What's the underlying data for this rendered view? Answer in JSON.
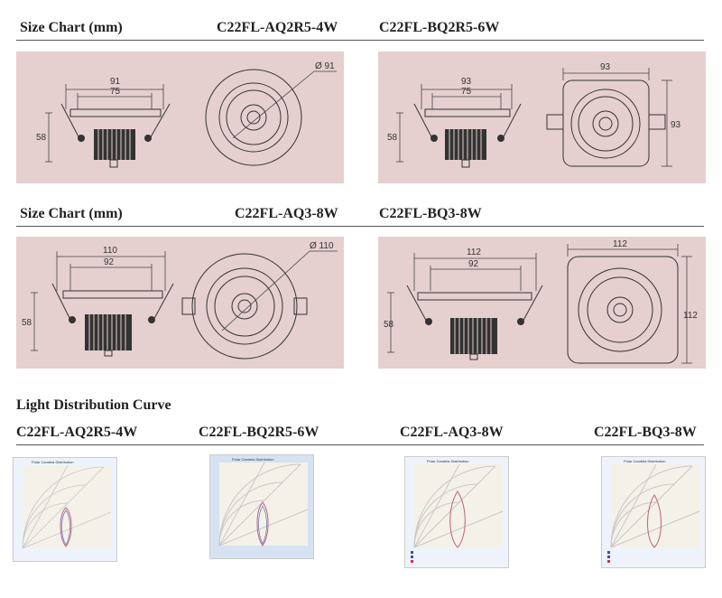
{
  "section1": {
    "heading": "Size Chart (mm)",
    "left_model": "C22FL-AQ2R5-4W",
    "right_model": "C22FL-BQ2R5-6W",
    "left_dims": {
      "outer": "91",
      "inner": "75",
      "height": "58",
      "diameter": "Ø 91"
    },
    "right_dims": {
      "outer": "93",
      "inner": "75",
      "height": "58",
      "width": "93",
      "depth": "93"
    }
  },
  "section2": {
    "heading": "Size Chart (mm)",
    "left_model": "C22FL-AQ3-8W",
    "right_model": "C22FL-BQ3-8W",
    "left_dims": {
      "outer": "110",
      "inner": "92",
      "height": "58",
      "diameter": "Ø 110"
    },
    "right_dims": {
      "outer": "112",
      "inner": "92",
      "height": "58",
      "width": "112",
      "depth": "112"
    }
  },
  "section3": {
    "heading": "Light Distribution Curve",
    "models": [
      "C22FL-AQ2R5-4W",
      "C22FL-BQ2R5-6W",
      "C22FL-AQ3-8W",
      "C22FL-BQ3-8W"
    ],
    "polar_title": "Polar Candela Distribution"
  },
  "colors": {
    "panel_bg": "#e6cfcf",
    "line": "#333333",
    "curve_pink": "#c06080",
    "curve_blue": "#5a6fb0"
  }
}
